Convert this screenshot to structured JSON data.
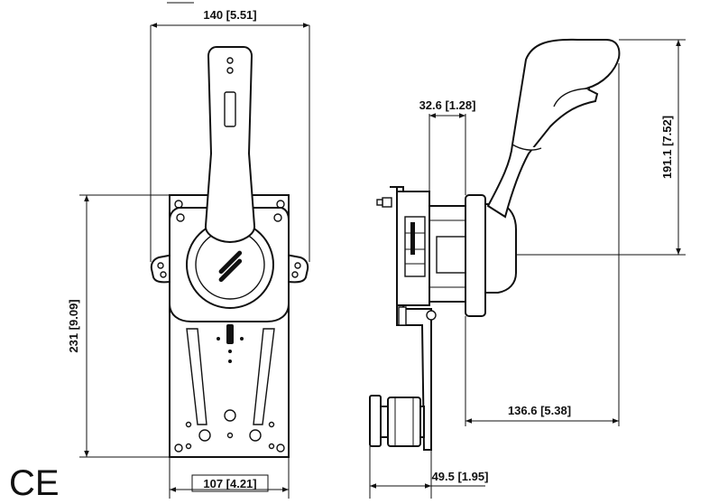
{
  "dimensions": {
    "front_width": "140 [5.51]",
    "front_height": "231 [9.09]",
    "base_width": "107 [4.21]",
    "side_offset": "32.6 [1.28]",
    "side_height": "191.1 [7.52]",
    "side_depth": "136.6 [5.38]",
    "side_base": "49.5 [1.95]"
  },
  "marks": {
    "ce": "CE"
  },
  "colors": {
    "line": "#111111",
    "background": "#ffffff"
  }
}
